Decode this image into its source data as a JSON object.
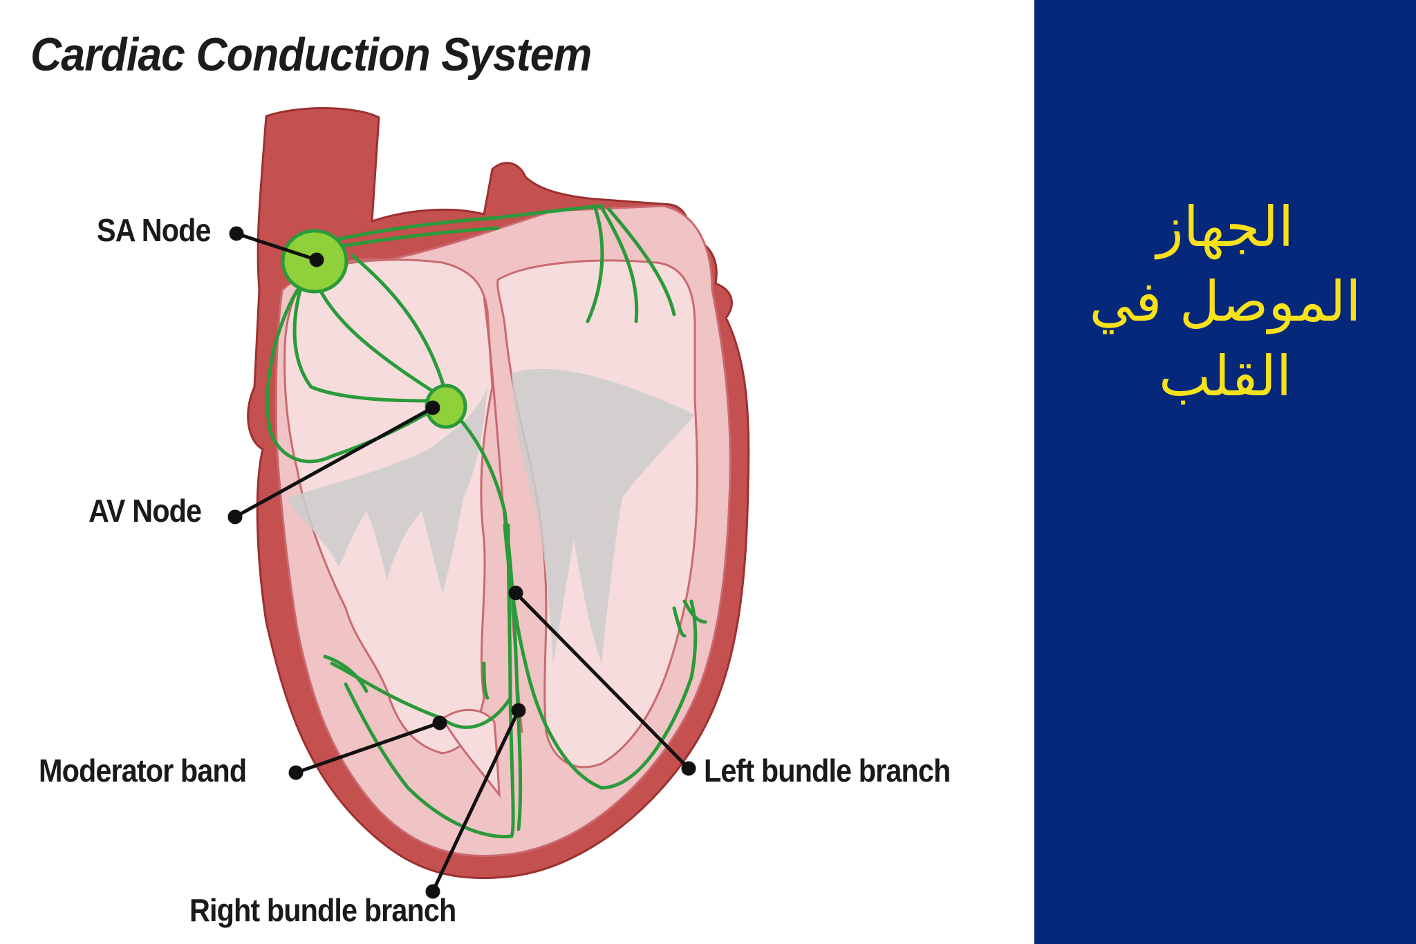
{
  "diagram": {
    "title": "Cardiac Conduction System",
    "labels": {
      "sa_node": "SA Node",
      "av_node": "AV Node",
      "moderator_band": "Moderator band",
      "left_bundle_branch": "Left bundle branch",
      "right_bundle_branch": "Right bundle branch"
    }
  },
  "side_panel": {
    "title_lines": [
      "الجهاز",
      "الموصل في",
      "القلب"
    ]
  },
  "colors": {
    "side_panel_bg": "#06287a",
    "arabic_text": "#f7e11b",
    "myocardium": "#c45050",
    "chamber": "#f6dcdc",
    "conduction_fibers": "#2a9a3a",
    "node_fill": "#8fd13a",
    "valve_gray": "#cccccc"
  }
}
